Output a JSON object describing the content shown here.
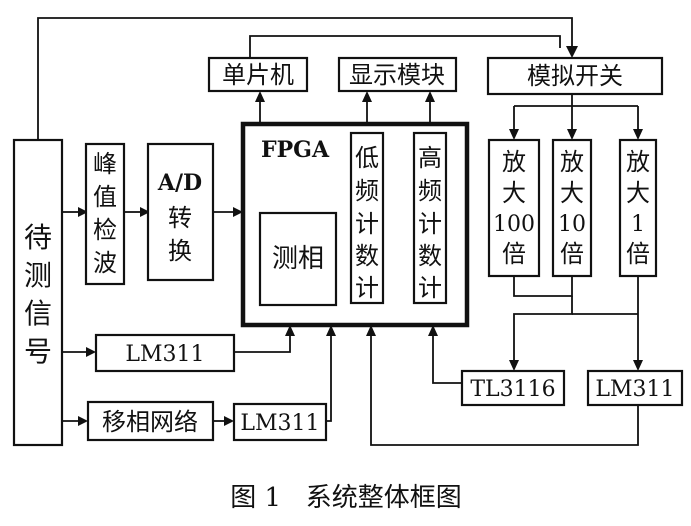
{
  "nodes": {
    "signal": "待测信号",
    "peak": "峰值检波",
    "ad_line1": "A/D",
    "ad_line2": "转换",
    "mcu": "单片机",
    "display": "显示模块",
    "switch": "模拟开关",
    "fpga": "FPGA",
    "low_counter": "低频计数计",
    "high_counter": "高频计数计",
    "phase": "测相",
    "amp100_line1": "放大",
    "amp100_line2": "100",
    "amp100_line3": "倍",
    "amp10_line1": "放大",
    "amp10_line2": "10",
    "amp10_line3": "倍",
    "amp1_line1": "放大",
    "amp1_line2": "1",
    "amp1_line3": "倍",
    "lm311_top": "LM311",
    "lm311_bottom": "LM311",
    "lm311_right": "LM311",
    "tl3116": "TL3116",
    "phase_shift": "移相网络"
  },
  "caption": "图 1   系统整体框图"
}
